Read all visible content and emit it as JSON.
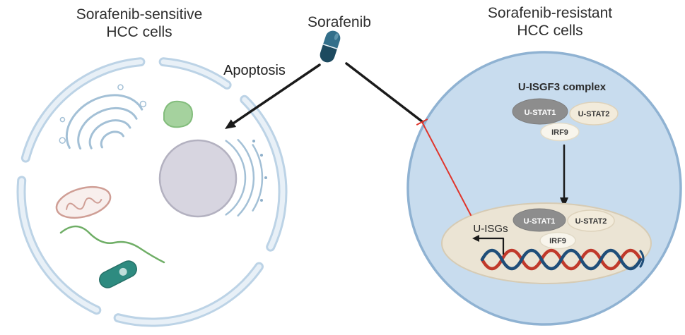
{
  "left_cell": {
    "title_line1": "Sorafenib-sensitive",
    "title_line2": "HCC cells",
    "apoptosis_label": "Apoptosis"
  },
  "drug": {
    "name": "Sorafenib"
  },
  "right_cell": {
    "title_line1": "Sorafenib-resistant",
    "title_line2": "HCC cells",
    "complex_label": "U-ISGF3 complex",
    "complex": {
      "u_stat1": "U-STAT1",
      "u_stat2": "U-STAT2",
      "irf9": "IRF9"
    },
    "nucleus": {
      "u_stat1": "U-STAT1",
      "u_stat2": "U-STAT2",
      "irf9": "IRF9",
      "u_isgs_label": "U-ISGs"
    }
  },
  "colors": {
    "membrane_outline": "#bcd3e6",
    "membrane_fill": "#e8f0f7",
    "organelle_blue": "#a3c0d6",
    "left_nucleus_fill": "#d7d5e0",
    "left_nucleus_border": "#b3b1c0",
    "green_organelle": "#a5d29e",
    "green_organelle_border": "#83bd7c",
    "mitochondria_pink": "#cf9e95",
    "filament_green": "#6fae66",
    "capsule_teal": "#2e8b80",
    "pill_dark": "#1d4a5f",
    "pill_light": "#336f8a",
    "arrow_black": "#1a1a1a",
    "inhibit_red": "#e0352b",
    "right_cell_fill": "#c8dcee",
    "right_cell_border": "#8fb2d2",
    "nucleus_fill": "#ebe4d4",
    "nucleus_border": "#d6cbb4",
    "stat1_blob": "#8d8d8d",
    "stat2_blob": "#f2ebdb",
    "irf9_blob": "#f8f5ec",
    "dna_blue": "#1f4e79",
    "dna_red": "#c0392b"
  }
}
